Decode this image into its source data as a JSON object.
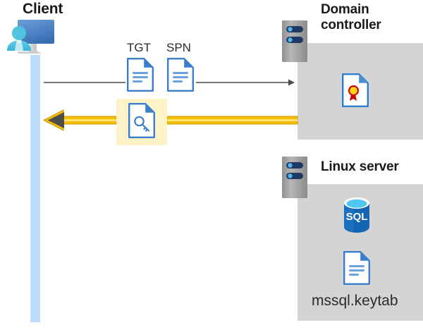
{
  "diagram": {
    "title_client": "Client",
    "title_domain_controller": "Domain\ncontroller",
    "title_domain_controller_line1": "Domain",
    "title_domain_controller_line2": "controller",
    "title_linux_server": "Linux server",
    "labels": {
      "tgt": "TGT",
      "spn": "SPN",
      "keytab_file": "mssql.keytab"
    },
    "icons": {
      "client": "client-user-monitor-icon",
      "domain_controller_server": "server-rack-icon",
      "linux_server": "server-rack-icon",
      "tgt_document": "document-icon",
      "spn_document": "document-icon",
      "service_ticket": "document-key-icon",
      "certificate": "certificate-seal-icon",
      "sql_database": "sql-database-icon",
      "keytab_document": "document-icon"
    },
    "flows": [
      {
        "name": "request-flow",
        "direction": "client-to-domain-controller",
        "style": "thin-gray-arrow",
        "carries": [
          "TGT",
          "SPN"
        ]
      },
      {
        "name": "ticket-flow",
        "direction": "domain-controller-to-client",
        "style": "thick-yellow-arrow",
        "carries": [
          "service-ticket"
        ]
      }
    ],
    "colors": {
      "panel_gray": "#d4d4d4",
      "lifeline_blue": "#bcdcfa",
      "highlight_yellow": "#fdf2c8",
      "arrow_yellow": "#f5bf00",
      "arrow_gray": "#555555",
      "doc_blue": "#3b7ecd",
      "doc_blue_light": "#6ba3dd",
      "sql_blue": "#0f6cbd",
      "server_navy": "#1f3864",
      "title_black": "#1a1a1a"
    }
  }
}
